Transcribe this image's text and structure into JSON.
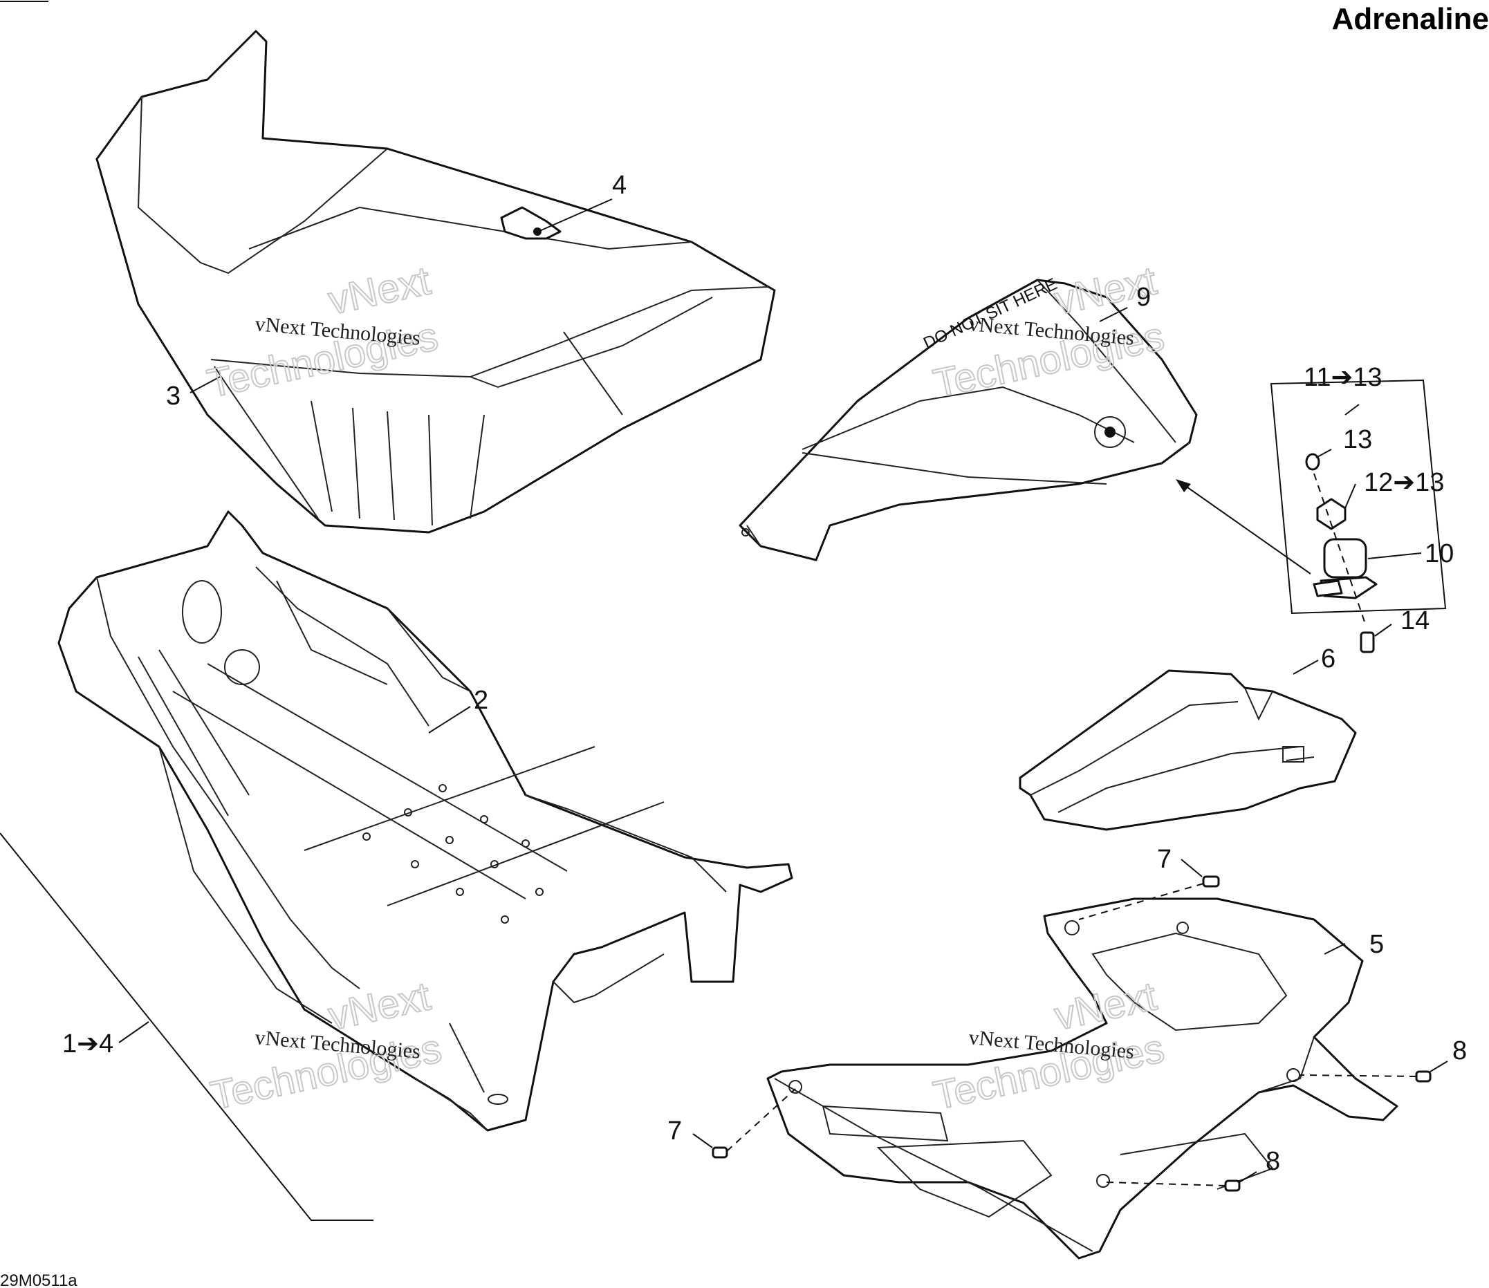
{
  "title": "Adrenaline",
  "figure_code": "29M0511a",
  "watermark": {
    "line1": "vNext Technologies",
    "big_a": "vNext",
    "big_b": "Technologies"
  },
  "callouts": {
    "c1": "1➔4",
    "c2": "2",
    "c3": "3",
    "c4": "4",
    "c5": "5",
    "c6": "6",
    "c7a": "7",
    "c7b": "7",
    "c8a": "8",
    "c8b": "8",
    "c9": "9",
    "c10": "10",
    "c11": "11➔13",
    "c12": "12➔13",
    "c13": "13",
    "c14": "14"
  }
}
